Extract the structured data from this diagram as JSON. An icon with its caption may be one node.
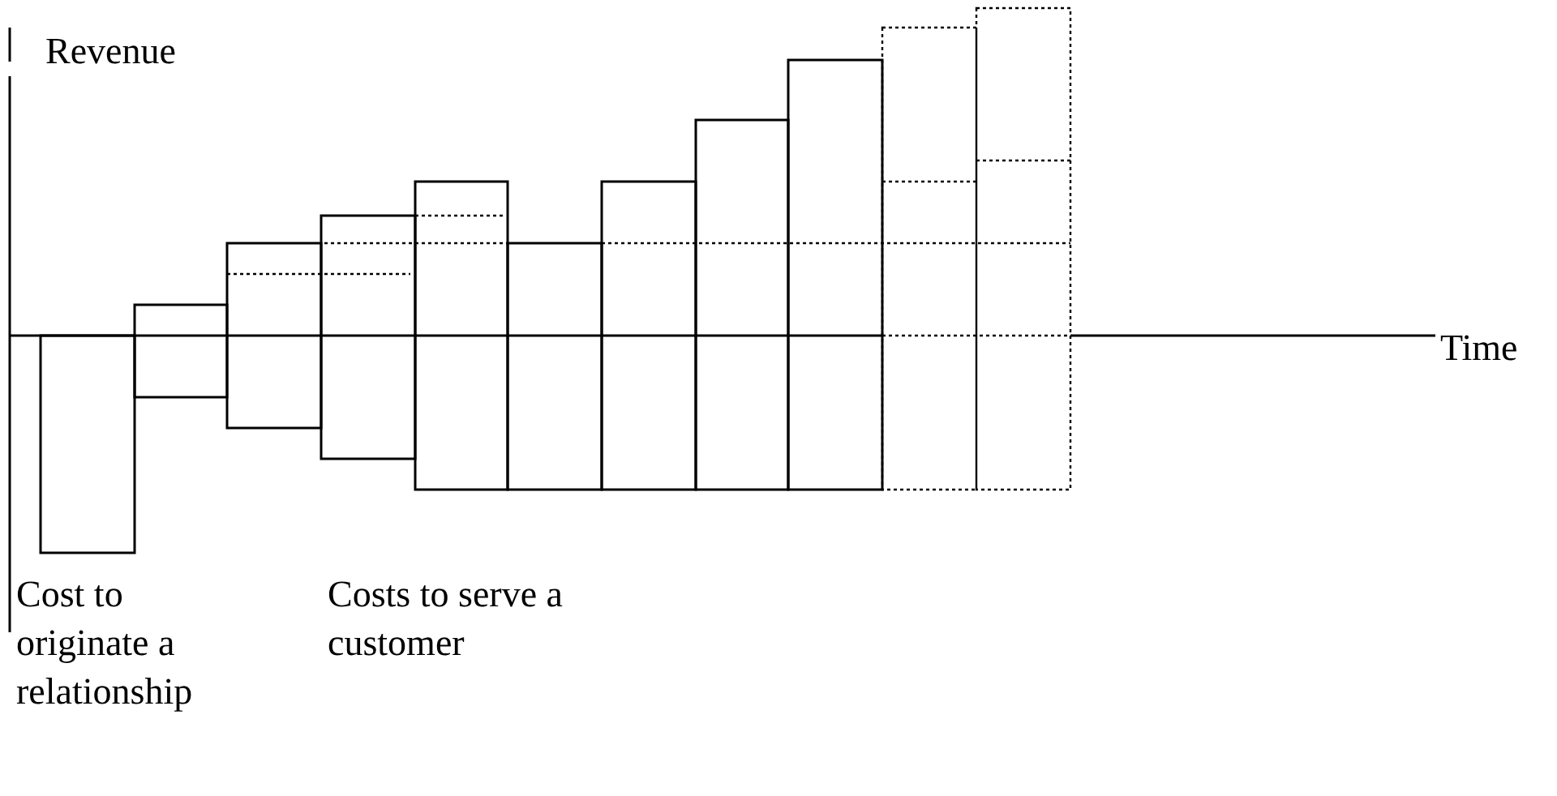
{
  "diagram": {
    "labels": [
      "Revenue",
      "Time",
      "Cost to originate a relationship",
      "Costs to serve a customer"
    ]
  }
}
